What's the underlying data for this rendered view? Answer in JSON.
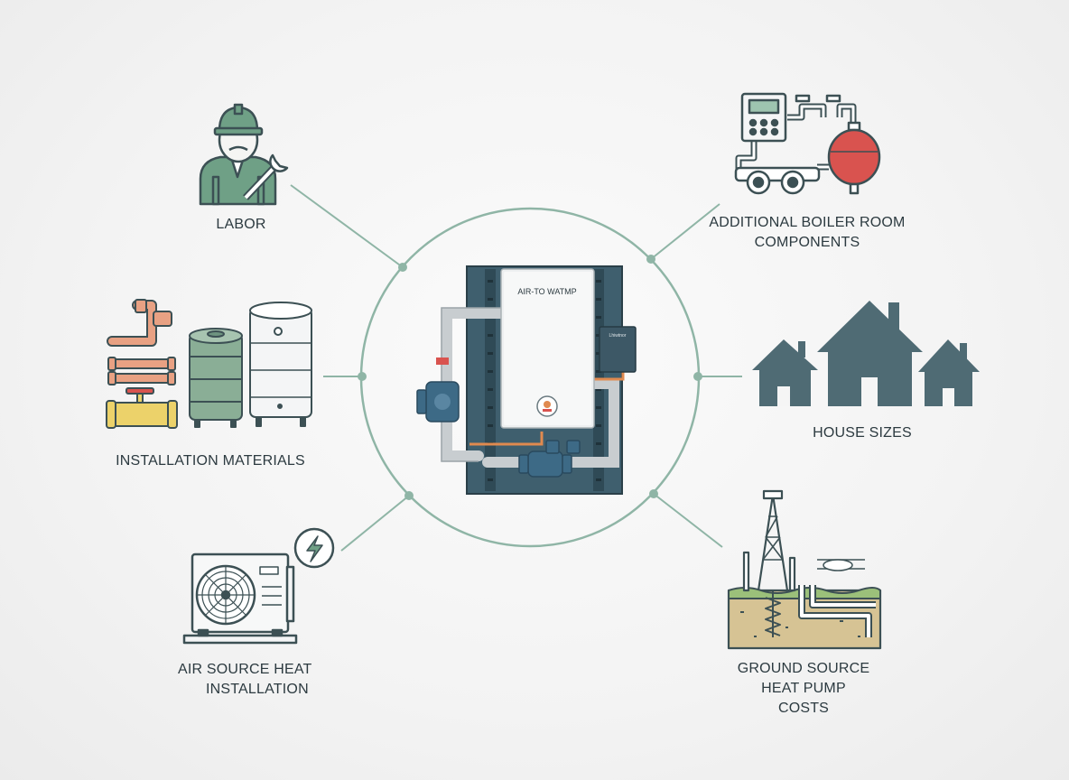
{
  "diagram": {
    "center_unit_label": "AIR-TO WATMP",
    "center_box_label": "Lhiwtnor",
    "nodes": {
      "labor": {
        "label": "LABOR",
        "icon": "worker-with-wrench-icon"
      },
      "boiler_room": {
        "line1": "ADDITIONAL BOILER ROOM",
        "line2": "COMPONENTS",
        "icon": "boiler-room-components-icon"
      },
      "materials": {
        "label": "INSTALLATION MATERIALS",
        "icon": "pipes-and-tanks-icon"
      },
      "house_sizes": {
        "label": "HOUSE SIZES",
        "icon": "houses-icon"
      },
      "air_source": {
        "line1": "AIR SOURCE HEAT",
        "line2": "INSTALLATION",
        "icon": "outdoor-unit-icon"
      },
      "ground_source": {
        "line1": "GROUND SOURCE",
        "line2": "HEAT PUMP",
        "line3": "COSTS",
        "icon": "drilling-rig-icon"
      }
    },
    "colors": {
      "connector": "#8fb5a6",
      "slate": "#4f6b74",
      "green": "#8aa896",
      "copper": "#e59a78",
      "brass": "#e8cf62",
      "red": "#d9534f",
      "text": "#2c3a40"
    }
  }
}
